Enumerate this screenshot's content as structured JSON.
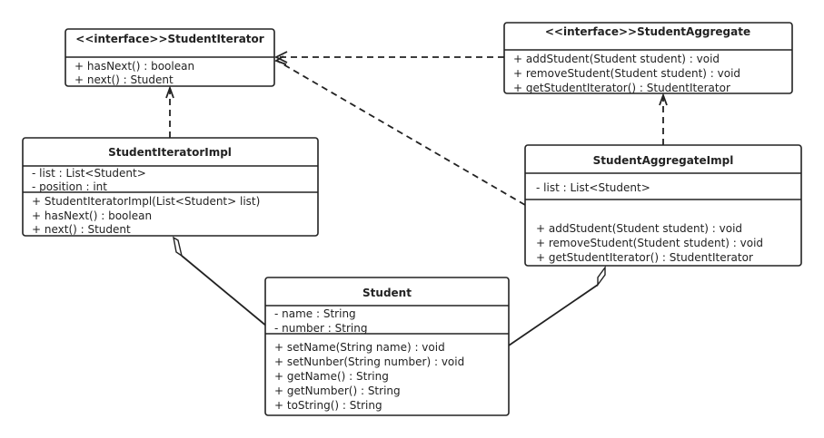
{
  "classes": {
    "student_iterator": {
      "title": "<<interface>>StudentIterator",
      "attributes": [],
      "methods": [
        "+ hasNext()   : boolean",
        "+ next() : Student"
      ]
    },
    "student_aggregate": {
      "title": "<<interface>>StudentAggregate",
      "attributes": [],
      "methods": [
        "+ addStudent(Student student) : void",
        "+ removeStudent(Student student) : void",
        "+ getStudentIterator() : StudentIterator"
      ]
    },
    "student_iterator_impl": {
      "title": "StudentIteratorImpl",
      "attributes": [
        "- list : List<Student>",
        "- position : int"
      ],
      "methods": [
        "+ StudentIteratorImpl(List<Student> list)",
        "+ hasNext()   : boolean",
        "+ next() : Student"
      ]
    },
    "student_aggregate_impl": {
      "title": "StudentAggregateImpl",
      "attributes": [
        "- list : List<Student>"
      ],
      "methods": [
        "+ addStudent(Student student) : void",
        "+ removeStudent(Student student) : void",
        "+ getStudentIterator() : StudentIterator"
      ]
    },
    "student": {
      "title": "Student",
      "attributes": [
        "- name : String",
        "- number : String"
      ],
      "methods": [
        "+ setName(String name) : void",
        "+ setNunber(String number) : void",
        "+ getName() : String",
        "+ getNumber() : String",
        "+ toString() : String"
      ]
    }
  },
  "relations": [
    {
      "from": "StudentIteratorImpl",
      "to": "StudentIterator",
      "type": "realization"
    },
    {
      "from": "StudentAggregateImpl",
      "to": "StudentAggregate",
      "type": "realization"
    },
    {
      "from": "StudentAggregate",
      "to": "StudentIterator",
      "type": "dependency"
    },
    {
      "from": "StudentAggregateImpl",
      "to": "StudentIterator",
      "type": "dependency"
    },
    {
      "from": "StudentIteratorImpl",
      "to": "Student",
      "type": "aggregation"
    },
    {
      "from": "StudentAggregateImpl",
      "to": "Student",
      "type": "aggregation"
    }
  ]
}
